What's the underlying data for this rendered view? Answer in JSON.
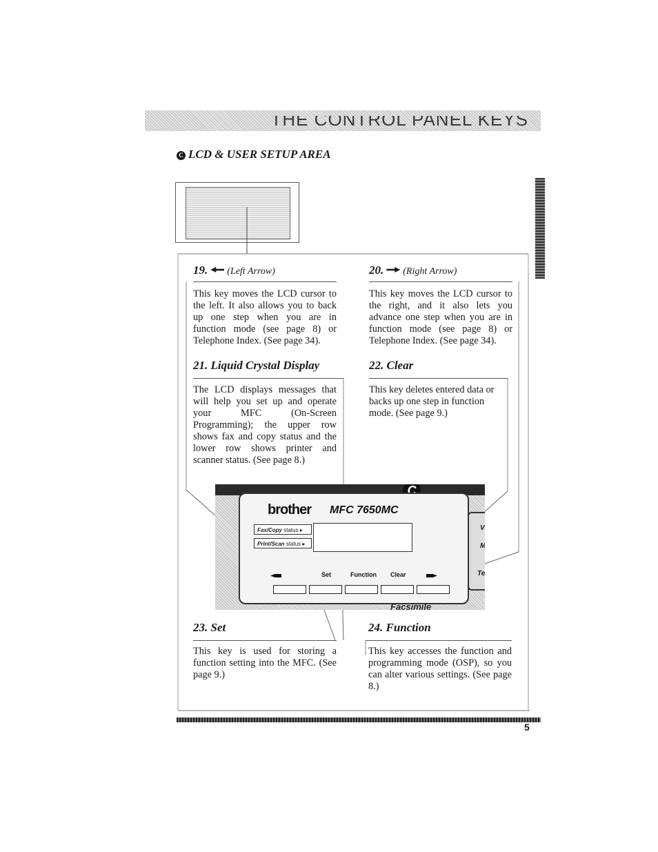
{
  "header": {
    "title": "THE CONTROL PANEL KEYS"
  },
  "section": {
    "bullet": "C",
    "title": "LCD & USER SETUP AREA"
  },
  "keys": [
    {
      "number": "19.",
      "icon": "left-arrow-icon",
      "subtitle": "(Left Arrow)",
      "body": "This key moves the LCD cursor to the left. It also allows you to back up one step when you are in function mode (see page 8) or Telephone Index. (See page 34)."
    },
    {
      "number": "20.",
      "icon": "right-arrow-icon",
      "subtitle": "(Right Arrow)",
      "body": "This key moves the LCD cursor to the right, and it also lets you advance one step when you are in function mode (see page 8) or Telephone Index. (See page 34)."
    },
    {
      "number": "21.",
      "title": "Liquid Crystal Display",
      "body": "The LCD displays messages that will help you set up and operate your MFC (On-Screen Programming); the upper row shows fax and copy status and the lower row shows printer and scanner status. (See page 8.)"
    },
    {
      "number": "22.",
      "title": "Clear",
      "body": "This key deletes entered data or backs up one step in function mode. (See page 9.)"
    },
    {
      "number": "23.",
      "title": "Set",
      "body": "This key is used for storing a function setting into the MFC. (See page 9.)"
    },
    {
      "number": "24.",
      "title": "Function",
      "body": "This key accesses the function and programming mode (OSP), so you can alter various settings. (See page 8.)"
    }
  ],
  "panel": {
    "brand": "brother",
    "model": "MFC 7650MC",
    "fax_copy_label": "Fax/Copy",
    "print_scan_label": "Print/Scan",
    "status_label": "status",
    "key_set": "Set",
    "key_function": "Function",
    "key_clear": "Clear",
    "badge": "C",
    "facsimile": "Facsimile",
    "side_v": "V",
    "side_m": "M",
    "side_tel": "Tel"
  },
  "page_number": "5"
}
